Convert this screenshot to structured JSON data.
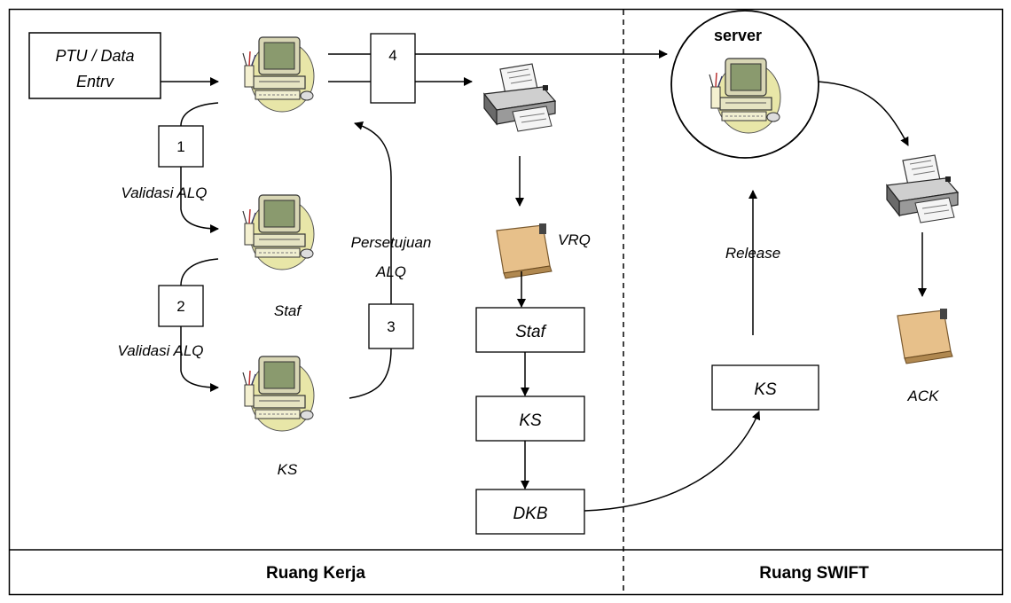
{
  "rooms": {
    "left": "Ruang Kerja",
    "right": "Ruang SWIFT"
  },
  "boxes": {
    "data_entry_line1": "PTU / Data",
    "data_entry_line2": "Entry",
    "step1": "1",
    "step2": "2",
    "step3": "3",
    "step4": "4",
    "staf": "Staf",
    "ks": "KS",
    "dkb": "DKB",
    "ks_swift": "KS"
  },
  "labels": {
    "server": "server",
    "validasi_1": "Validasi ALQ",
    "validasi_2": "Validasi ALQ",
    "persetujuan_line1": "Persetujuan",
    "persetujuan_line2": "ALQ",
    "staf_computer": "Staf",
    "ks_computer": "KS",
    "vrq": "VRQ",
    "release": "Release",
    "ack": "ACK"
  },
  "icons": [
    "computer-icon",
    "printer-icon",
    "clipboard-icon"
  ],
  "colors": {
    "line": "#000000",
    "monitor_beige": "#f2eeb0",
    "monitor_frame": "#c8c494",
    "screen_green": "#8a9a6e",
    "clipboard": "#e7c08a"
  }
}
